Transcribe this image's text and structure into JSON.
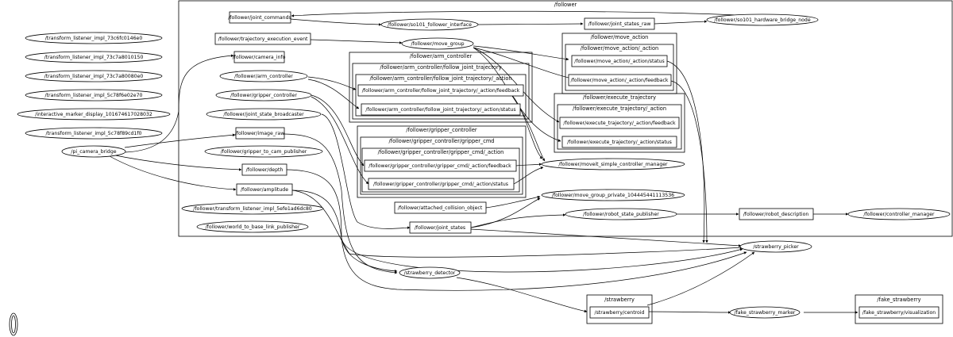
{
  "clusters": [
    {
      "id": "c_follower",
      "label": "/follower"
    },
    {
      "id": "c_move_action",
      "label": "/follower/move_action"
    },
    {
      "id": "c_move_action_inner",
      "label": "/follower/move_action/_action"
    },
    {
      "id": "c_arm",
      "label": "/follower/arm_controller"
    },
    {
      "id": "c_arm_fjt",
      "label": "/follower/arm_controller/follow_joint_trajectory"
    },
    {
      "id": "c_arm_fjt_action",
      "label": "/follower/arm_controller/follow_joint_trajectory/_action"
    },
    {
      "id": "c_exec",
      "label": "/follower/execute_trajectory"
    },
    {
      "id": "c_exec_action",
      "label": "/follower/execute_trajectory/_action"
    },
    {
      "id": "c_grip",
      "label": "/follower/gripper_controller"
    },
    {
      "id": "c_grip_cmd",
      "label": "/follower/gripper_controller/gripper_cmd"
    },
    {
      "id": "c_grip_cmd_action",
      "label": "/follower/gripper_controller/gripper_cmd/_action"
    },
    {
      "id": "c_strawberry",
      "label": "/strawberry"
    },
    {
      "id": "c_fake",
      "label": "/fake_strawberry"
    }
  ],
  "nodes": [
    {
      "id": "tl1",
      "label": "/transform_listener_impl_73c6fc0146e0"
    },
    {
      "id": "tl2",
      "label": "/transform_listener_impl_73c7a8010150"
    },
    {
      "id": "tl3",
      "label": "/transform_listener_impl_73c7a80080e0"
    },
    {
      "id": "tl4",
      "label": "/transform_listener_impl_5c78f6e02e70"
    },
    {
      "id": "imd",
      "label": "/interactive_marker_display_101674617028032"
    },
    {
      "id": "tl5",
      "label": "/transform_listener_impl_5c78f89cd1f0"
    },
    {
      "id": "picam",
      "label": "/pi_camera_bridge"
    },
    {
      "id": "jc",
      "label": "/follower/joint_commands"
    },
    {
      "id": "so101fi",
      "label": "/follower/so101_follower_interface"
    },
    {
      "id": "jsr",
      "label": "/follower/joint_states_raw"
    },
    {
      "id": "so101hb",
      "label": "/follower/so101_hardware_bridge_node"
    },
    {
      "id": "tee",
      "label": "/follower/trajectory_execution_event"
    },
    {
      "id": "mg",
      "label": "/follower/move_group"
    },
    {
      "id": "caminfo",
      "label": "/follower/camera_info"
    },
    {
      "id": "ma_status",
      "label": "/follower/move_action/_action/status"
    },
    {
      "id": "armc",
      "label": "/follower/arm_controller"
    },
    {
      "id": "ma_fb",
      "label": "/follower/move_action/_action/feedback"
    },
    {
      "id": "fjt_fb",
      "label": "/follower/arm_controller/follow_joint_trajectory/_action/feedback"
    },
    {
      "id": "gripc",
      "label": "/follower/gripper_controller"
    },
    {
      "id": "fjt_status",
      "label": "/follower/arm_controller/follow_joint_trajectory/_action/status"
    },
    {
      "id": "jsb",
      "label": "/follower/joint_state_broadcaster"
    },
    {
      "id": "et_fb",
      "label": "/follower/execute_trajectory/_action/feedback"
    },
    {
      "id": "imgraw",
      "label": "/follower/image_raw"
    },
    {
      "id": "et_status",
      "label": "/follower/execute_trajectory/_action/status"
    },
    {
      "id": "g2c",
      "label": "/follower/gripper_to_cam_publisher"
    },
    {
      "id": "gc_fb",
      "label": "/follower/gripper_controller/gripper_cmd/_action/feedback"
    },
    {
      "id": "mscm",
      "label": "/follower/moveit_simple_controller_manager"
    },
    {
      "id": "depth",
      "label": "/follower/depth"
    },
    {
      "id": "gc_status",
      "label": "/follower/gripper_controller/gripper_cmd/_action/status"
    },
    {
      "id": "amp",
      "label": "/follower/amplitude"
    },
    {
      "id": "mgp",
      "label": "/follower/move_group_private_104445441113536"
    },
    {
      "id": "aco",
      "label": "/follower/attached_collision_object"
    },
    {
      "id": "tl6",
      "label": "/follower/transform_listener_impl_5efe1ad6dc80"
    },
    {
      "id": "rsp",
      "label": "/follower/robot_state_publisher"
    },
    {
      "id": "rdesc",
      "label": "/follower/robot_description"
    },
    {
      "id": "cm",
      "label": "/follower/controller_manager"
    },
    {
      "id": "w2b",
      "label": "/follower/world_to_base_link_publisher"
    },
    {
      "id": "js",
      "label": "/follower/joint_states"
    },
    {
      "id": "picker",
      "label": "/strawberry_picker"
    },
    {
      "id": "det",
      "label": "/strawberry_detector"
    },
    {
      "id": "centroid",
      "label": "/strawberry/centroid"
    },
    {
      "id": "fsm",
      "label": "/fake_strawberry_marker"
    },
    {
      "id": "fsv",
      "label": "/fake_strawberry/visualization"
    },
    {
      "id": "lone",
      "label": ""
    }
  ]
}
